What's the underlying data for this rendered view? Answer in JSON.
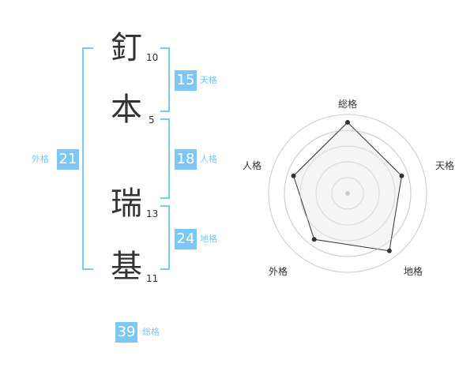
{
  "name": {
    "chars": [
      {
        "char": "釘",
        "strokes": "10"
      },
      {
        "char": "本",
        "strokes": "5"
      },
      {
        "char": "瑞",
        "strokes": "13"
      },
      {
        "char": "基",
        "strokes": "11"
      }
    ]
  },
  "fortunes": {
    "ten": {
      "value": "15",
      "label": "天格"
    },
    "jin": {
      "value": "18",
      "label": "人格"
    },
    "chi": {
      "value": "24",
      "label": "地格"
    },
    "gai": {
      "value": "21",
      "label": "外格"
    },
    "total": {
      "value": "39",
      "label": "総格"
    }
  },
  "chart_data": {
    "type": "radar",
    "axes": [
      "総格",
      "天格",
      "地格",
      "外格",
      "人格"
    ],
    "values": [
      5,
      4,
      5,
      4,
      4
    ],
    "max": 5,
    "colors": {
      "fill": "#f2f2f2",
      "line": "#333333",
      "grid": "#cccccc",
      "center": "#cccccc"
    }
  }
}
